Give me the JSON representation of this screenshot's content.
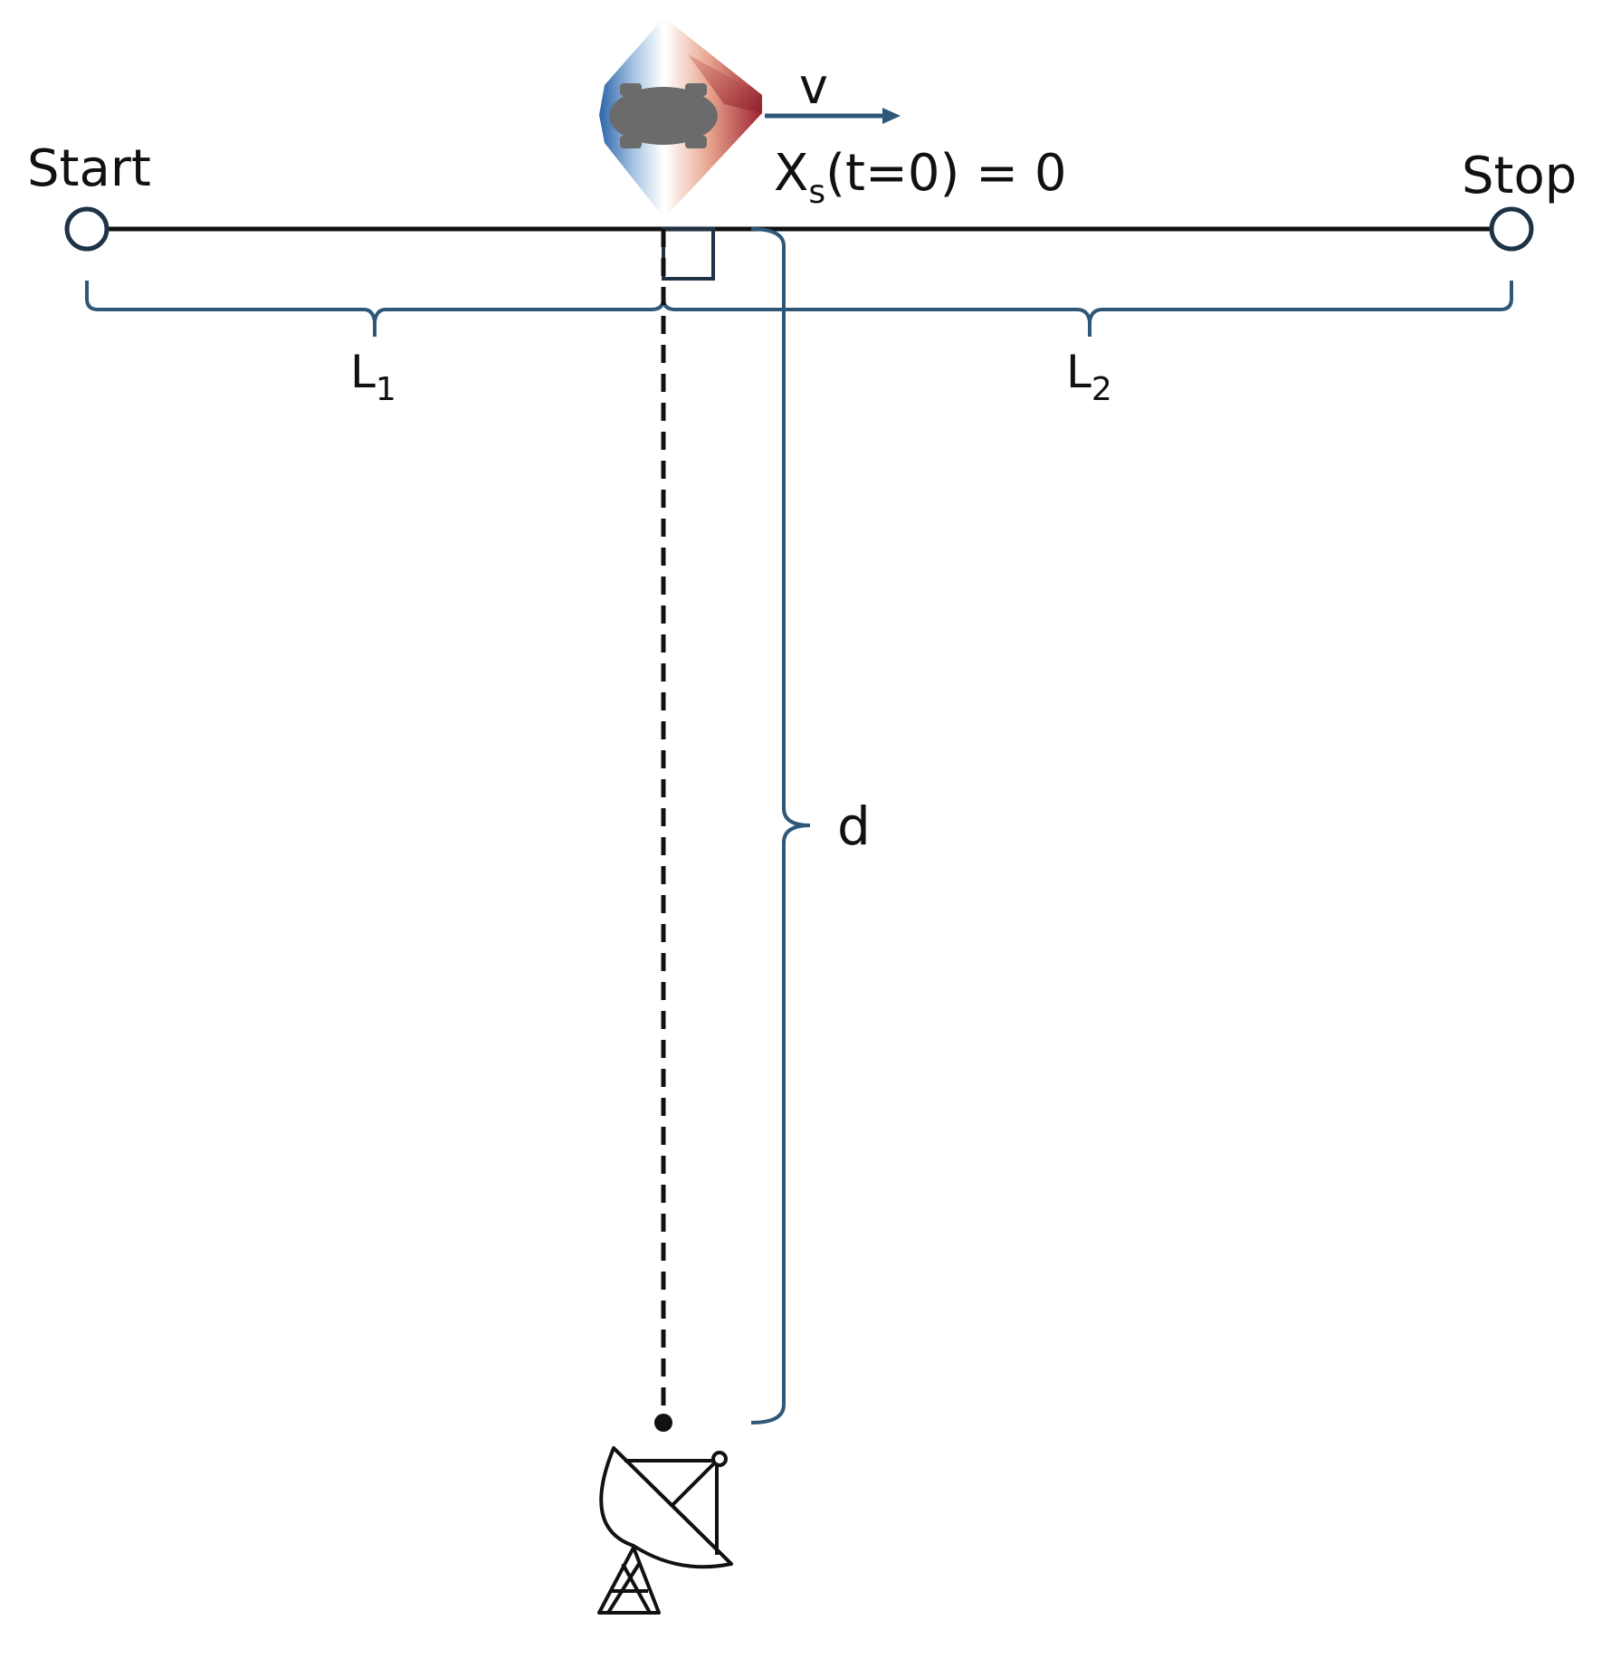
{
  "labels": {
    "start": "Start",
    "stop": "Stop",
    "velocity": "v",
    "position_main": "X",
    "position_sub": "s",
    "position_rest": "(t=0) = 0",
    "l1_main": "L",
    "l1_sub": "1",
    "l2_main": "L",
    "l2_sub": "2",
    "distance": "d"
  },
  "colors": {
    "line": "#111111",
    "brace": "#2f5777",
    "vehicle_body": "#6b6b6b",
    "field_blue": "#2c64a8",
    "field_red": "#9e2230"
  },
  "icons": {
    "vehicle": "vehicle-with-field-icon",
    "antenna": "satellite-dish-icon"
  }
}
